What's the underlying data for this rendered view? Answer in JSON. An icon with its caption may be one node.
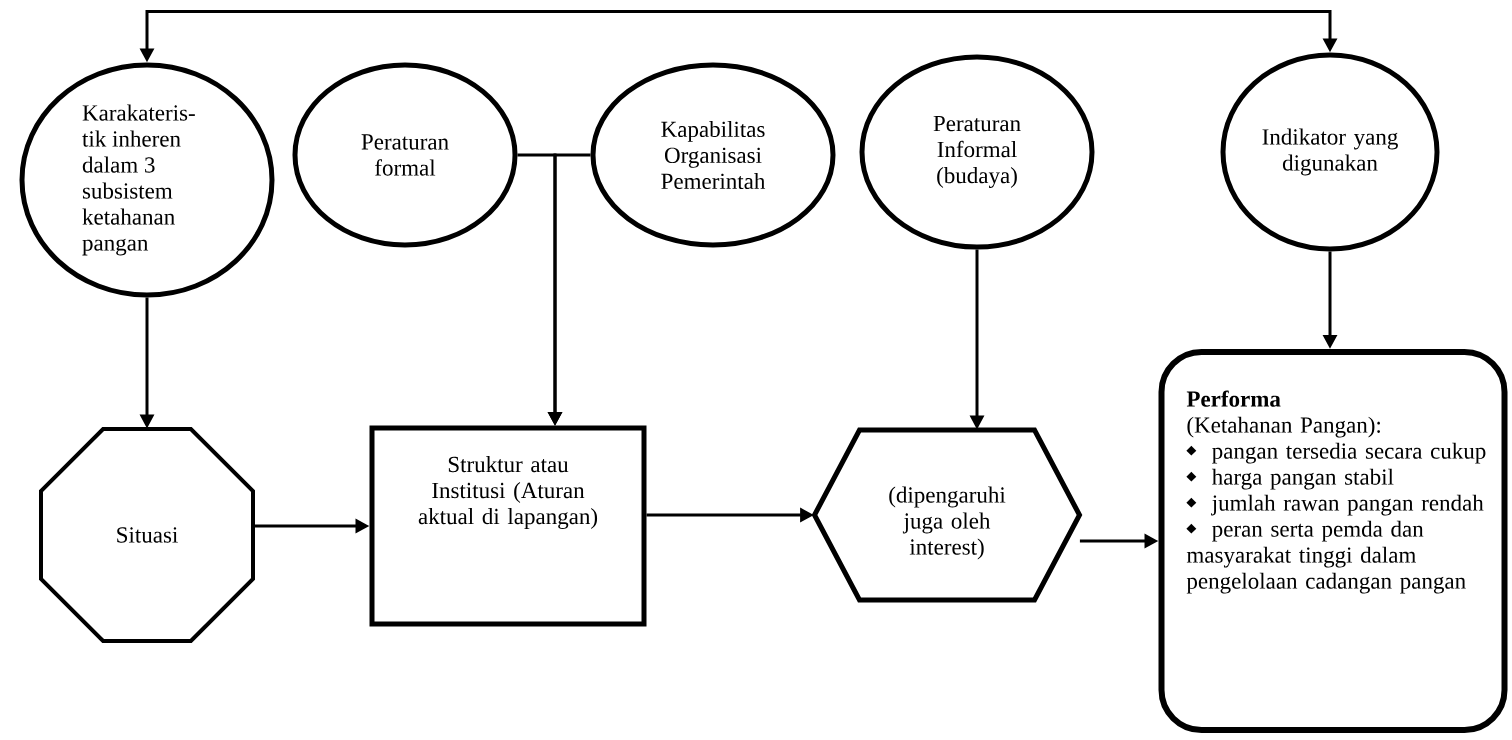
{
  "diagram": {
    "nodes": [
      {
        "text": [
          "Karakateris-tik inheren dalam 3 subsistem ketahanan pangan"
        ]
      },
      {
        "text": [
          "Peraturan formal"
        ]
      },
      {
        "text": [
          "Kapabilitas Organisasi Pemerintah"
        ]
      },
      {
        "text": [
          "Peraturan Informal (budaya)"
        ]
      },
      {
        "text": [
          "Indikator yang digunakan"
        ]
      },
      {
        "text": [
          "Situasi"
        ]
      },
      {
        "text": [
          "Struktur atau Institusi (Aturan aktual di lapangan)"
        ]
      },
      {
        "text": [
          "(dipengaruhi juga oleh interest)"
        ]
      },
      {
        "text": [
          "Performa",
          "(Ketahanan Pangan):",
          "pangan tersedia secara cukup",
          "harga pangan stabil",
          "jumlah rawan pangan rendah",
          "peran serta pemda dan masyarakat tinggi dalam pengelolaan cadangan pangan"
        ]
      }
    ],
    "edges": [
      {
        "from": 0,
        "to": 4,
        "arrow": "both"
      },
      {
        "from": 0,
        "to": 5,
        "arrow": "to"
      },
      {
        "from": 1,
        "to": 6,
        "arrow": "to"
      },
      {
        "from": 2,
        "to": 6,
        "arrow": "to"
      },
      {
        "from": 3,
        "to": 7,
        "arrow": "to"
      },
      {
        "from": 4,
        "to": 8,
        "arrow": "to"
      },
      {
        "from": 5,
        "to": 6,
        "arrow": "to"
      },
      {
        "from": 6,
        "to": 7,
        "arrow": "to"
      },
      {
        "from": 7,
        "to": 8,
        "arrow": "to"
      }
    ]
  }
}
